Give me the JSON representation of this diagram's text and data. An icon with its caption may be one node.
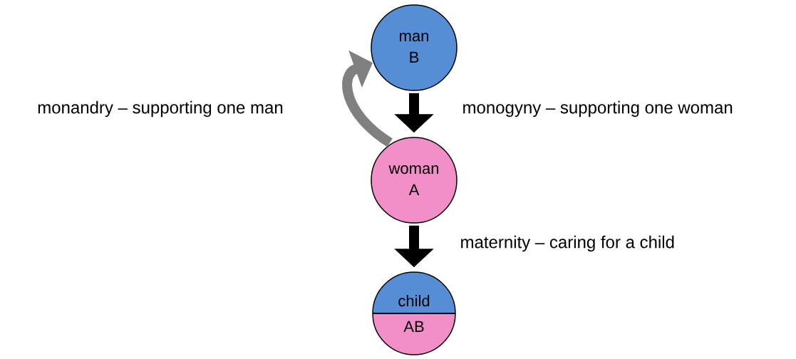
{
  "diagram": {
    "nodes": [
      {
        "text": [
          "man",
          "B"
        ]
      },
      {
        "text": [
          "woman",
          "A"
        ]
      },
      {
        "text": [
          "child",
          "AB"
        ]
      }
    ],
    "edges": [
      {
        "from": 0,
        "to": 1,
        "arrow": "to",
        "label": "monogyny – supporting one woman"
      },
      {
        "from": 1,
        "to": 0,
        "arrow": "to",
        "color": "#808080",
        "label": "monandry – supporting one man"
      },
      {
        "from": 1,
        "to": 2,
        "arrow": "to",
        "label": "maternity – caring for a child"
      }
    ]
  }
}
